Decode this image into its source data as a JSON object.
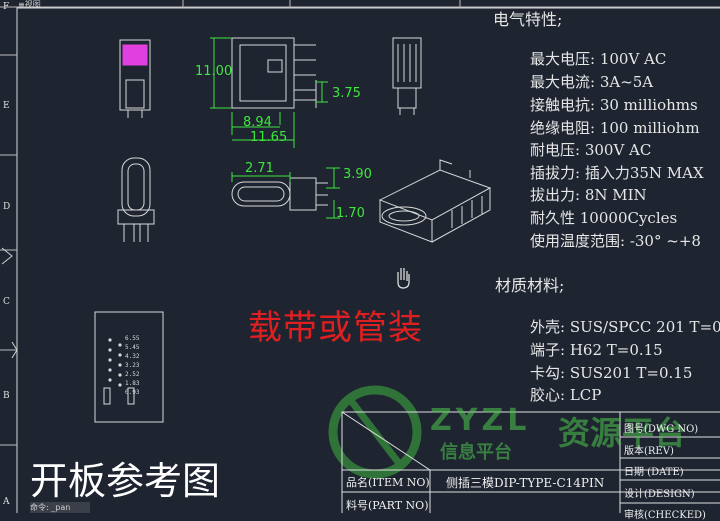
{
  "rulers": {
    "top_fragment": "F",
    "top_left_text": "≡视图",
    "rows": [
      "E",
      "D",
      "C",
      "B",
      "A"
    ]
  },
  "specs": {
    "electrical_title": "电气特性;",
    "electrical": [
      "最大电压:  100V AC",
      "最大电流:  3A~5A",
      "接触电抗: 30 milliohms",
      "绝缘电阻:  100 milliohm",
      "耐电压:  300V AC",
      "插拔力:  插入力35N MAX",
      "拔出力: 8N MIN",
      "耐久性 10000Cycles",
      "使用温度范围: -30° ~+8"
    ],
    "material_title": "材质材料;",
    "material": [
      "外壳: SUS/SPCC 201 T=0",
      "端子: H62 T=0.15",
      "卡勾: SUS201 T=0.15",
      "胶心: LCP"
    ]
  },
  "dimensions": {
    "d1100": "11.00",
    "d375": "3.75",
    "d894": "8.94",
    "d1165": "11.65",
    "d271": "2.71",
    "d390": "3.90",
    "d170": "1.70"
  },
  "pcb_labels": [
    "6.55",
    "5.45",
    "4.32",
    "3.23",
    "2.52",
    "1.83",
    "0.93"
  ],
  "packaging_note": "载带或管装",
  "caption": "开板参考图",
  "title_block": {
    "item_label": "品名(ITEM NO)",
    "item_value": "侧插三模DIP-TYPE-C14PIN",
    "part_label": "料号(PART NO)",
    "dwg_label": "图号(DWG NO)",
    "rev_label": "版本(REV)",
    "date_label": "日期 (DATE)",
    "design_label": "设计(DESIGN)",
    "check_label": "审核(CHECKED)"
  },
  "watermark": {
    "brand": "ZYZL",
    "sub": "信息平台",
    "big": "资源平台"
  },
  "command_line": "命令: _pan",
  "colors": {
    "background": "#1e2430",
    "dimension": "#3ee63e",
    "note": "#e02020",
    "magenta_part": "#e040e0"
  }
}
